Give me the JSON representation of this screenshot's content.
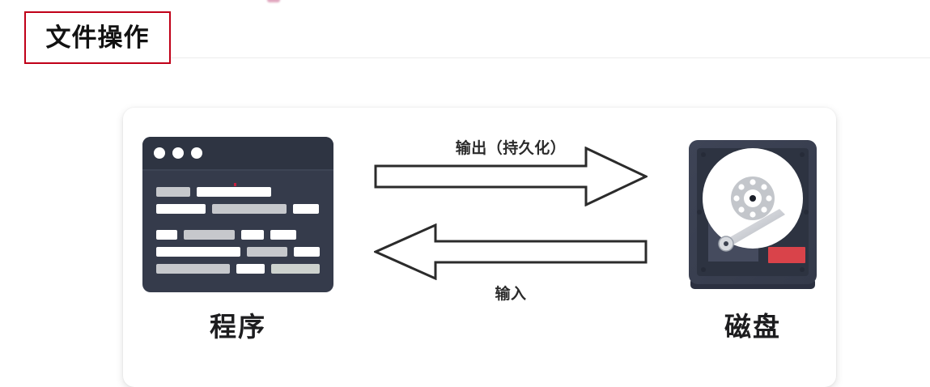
{
  "page": {
    "heading": "文件操作",
    "background_color": "#ffffff",
    "heading_border_color": "#c00018"
  },
  "top_clipped_element": {
    "name": "clipped-pink-marker",
    "color": "#c9628c"
  },
  "diagram": {
    "card_background": "#ffffff",
    "nodes": [
      {
        "id": "program",
        "label": "程序",
        "icon": "program-window-icon",
        "icon_color": "#353b4b",
        "titlebar_color": "#2e3442",
        "dot_count": 3,
        "dot_color": "#ffffff"
      },
      {
        "id": "disk",
        "label": "磁盘",
        "icon": "hard-disk-icon",
        "body_color": "#3b4152",
        "platter_color": "#ffffff",
        "accent_color": "#d9434a"
      }
    ],
    "arrows": [
      {
        "id": "output",
        "label": "输出（持久化）",
        "direction": "right",
        "label_position": "above",
        "stroke_color": "#2b2b2b",
        "fill_color": "#ffffff"
      },
      {
        "id": "input",
        "label": "输入",
        "direction": "left",
        "label_position": "below",
        "stroke_color": "#2b2b2b",
        "fill_color": "#ffffff"
      }
    ],
    "code_lines": [
      {
        "bars": [
          {
            "w": 42,
            "c": "g"
          },
          {
            "w": 92,
            "c": "w"
          }
        ]
      },
      {
        "bars": [
          {
            "w": 61,
            "c": "w"
          },
          {
            "w": 92,
            "c": "g"
          },
          {
            "w": 32,
            "c": "w"
          }
        ]
      },
      {
        "bars": [
          {
            "w": 26,
            "c": "w"
          },
          {
            "w": 63,
            "c": "g"
          },
          {
            "w": 28,
            "c": "w"
          },
          {
            "w": 32,
            "c": "w"
          }
        ]
      },
      {
        "bars": [
          {
            "w": 104,
            "c": "w"
          },
          {
            "w": 50,
            "c": "g"
          },
          {
            "w": 32,
            "c": "w"
          }
        ]
      },
      {
        "bars": [
          {
            "w": 93,
            "c": "g"
          },
          {
            "w": 36,
            "c": "w"
          },
          {
            "w": 61,
            "c": "g2"
          }
        ]
      }
    ]
  }
}
